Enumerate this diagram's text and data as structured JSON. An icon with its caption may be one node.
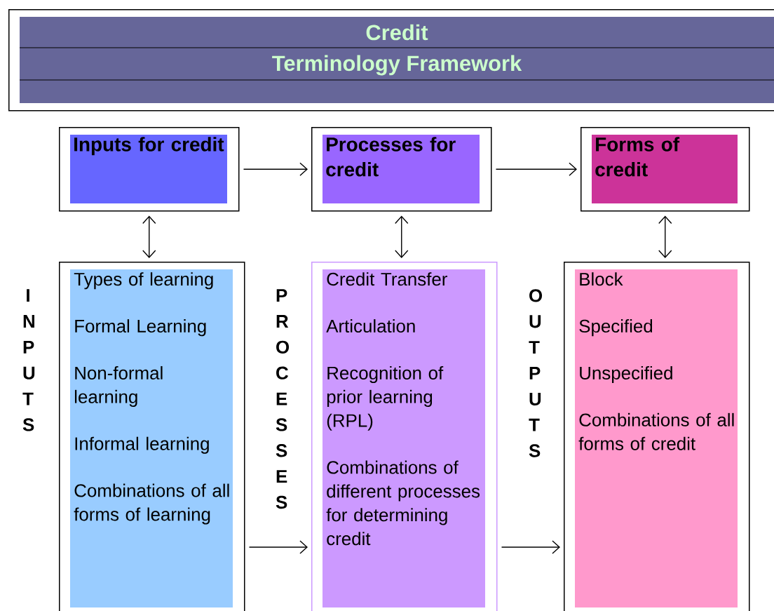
{
  "diagram": {
    "nodes": [
      {
        "text": [
          "Credit",
          "Terminology Framework"
        ]
      },
      {
        "text": [
          "Inputs for credit"
        ]
      },
      {
        "text": [
          "Processes for credit"
        ]
      },
      {
        "text": [
          "Forms of credit"
        ]
      },
      {
        "text": [
          "Types of learning",
          "Formal Learning",
          "Non-formal learning",
          "Informal learning",
          "Combinations of all forms of learning"
        ]
      },
      {
        "text": [
          "Credit Transfer",
          "Articulation",
          "Recognition of prior learning (RPL)",
          "Combinations of different processes for determining credit"
        ]
      },
      {
        "text": [
          "Block",
          "Specified",
          "Unspecified",
          "Combinations of all forms of credit"
        ]
      }
    ],
    "edges": [
      {
        "from": 1,
        "to": 2,
        "arrow": "to"
      },
      {
        "from": 2,
        "to": 3,
        "arrow": "to"
      },
      {
        "from": 1,
        "to": 4,
        "arrow": "both"
      },
      {
        "from": 2,
        "to": 5,
        "arrow": "both"
      },
      {
        "from": 3,
        "to": 6,
        "arrow": "both"
      },
      {
        "from": 4,
        "to": 5,
        "arrow": "to"
      },
      {
        "from": 5,
        "to": 6,
        "arrow": "to"
      }
    ],
    "labels": [
      "INPUTS",
      "PROCESSES",
      "OUTPUTS"
    ]
  }
}
